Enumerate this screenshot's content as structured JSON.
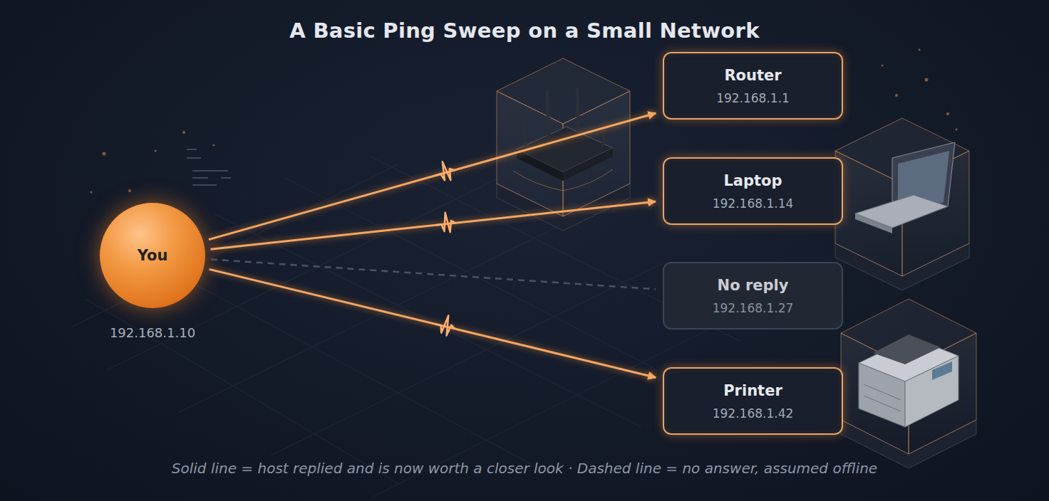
{
  "diagram": {
    "title": "A Basic Ping Sweep on a Small Network",
    "caption": "Solid line = host replied and is now worth a closer look · Dashed line = no answer, assumed offline",
    "nodes": [
      {
        "text": [
          "You",
          "192.168.1.10"
        ]
      },
      {
        "text": [
          "Router",
          "192.168.1.1"
        ]
      },
      {
        "text": [
          "Laptop",
          "192.168.1.14"
        ]
      },
      {
        "text": [
          "No reply",
          "192.168.1.27"
        ]
      },
      {
        "text": [
          "Printer",
          "192.168.1.42"
        ]
      }
    ],
    "edges": [
      {
        "from": 0,
        "to": 1,
        "arrow": "to"
      },
      {
        "from": 0,
        "to": 2,
        "arrow": "to"
      },
      {
        "from": 0,
        "to": 3,
        "arrow": "none"
      },
      {
        "from": 0,
        "to": 4,
        "arrow": "to"
      }
    ]
  }
}
